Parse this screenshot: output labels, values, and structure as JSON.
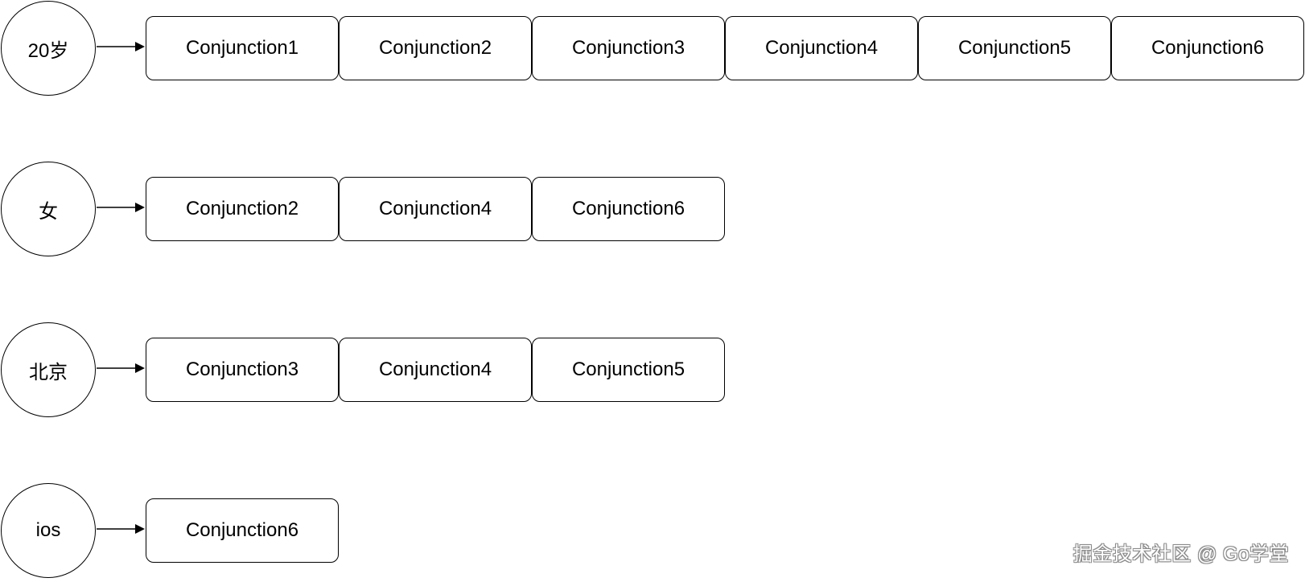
{
  "rows": [
    {
      "label": "20岁",
      "items": [
        "Conjunction1",
        "Conjunction2",
        "Conjunction3",
        "Conjunction4",
        "Conjunction5",
        "Conjunction6"
      ]
    },
    {
      "label": "女",
      "items": [
        "Conjunction2",
        "Conjunction4",
        "Conjunction6"
      ]
    },
    {
      "label": "北京",
      "items": [
        "Conjunction3",
        "Conjunction4",
        "Conjunction5"
      ]
    },
    {
      "label": "ios",
      "items": [
        "Conjunction6"
      ]
    }
  ],
  "watermark": "掘金技术社区 @ Go学堂"
}
